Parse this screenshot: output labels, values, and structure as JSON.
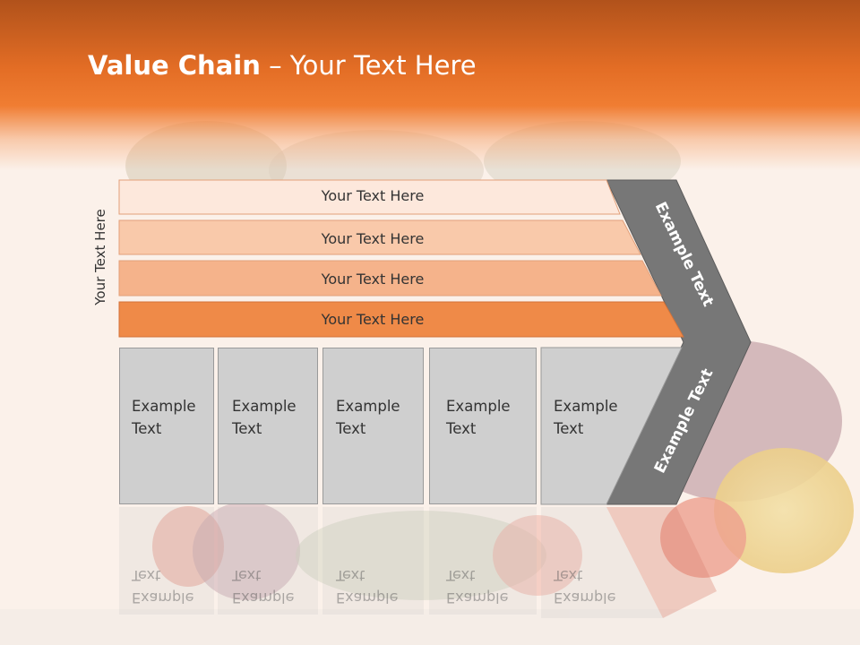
{
  "title": {
    "bold": "Value Chain",
    "rest": " – Your Text Here"
  },
  "side_label": "Your Text Here",
  "bars": [
    {
      "label": "Your Text Here",
      "color": "#fde8dc"
    },
    {
      "label": "Your Text Here",
      "color": "#f9c9aa"
    },
    {
      "label": "Your Text Here",
      "color": "#f5b38b"
    },
    {
      "label": "Your Text Here",
      "color": "#ef8a48"
    }
  ],
  "boxes": [
    {
      "line1": "Example",
      "line2": "Text"
    },
    {
      "line1": "Example",
      "line2": "Text"
    },
    {
      "line1": "Example",
      "line2": "Text"
    },
    {
      "line1": "Example",
      "line2": "Text"
    },
    {
      "line1": "Example",
      "line2": "Text"
    }
  ],
  "arrow": {
    "upper_label": "Example Text",
    "lower_label": "Example Text",
    "color": "#777777"
  },
  "colors": {
    "header": "#e36d25",
    "box_fill": "#cfcfcf"
  }
}
